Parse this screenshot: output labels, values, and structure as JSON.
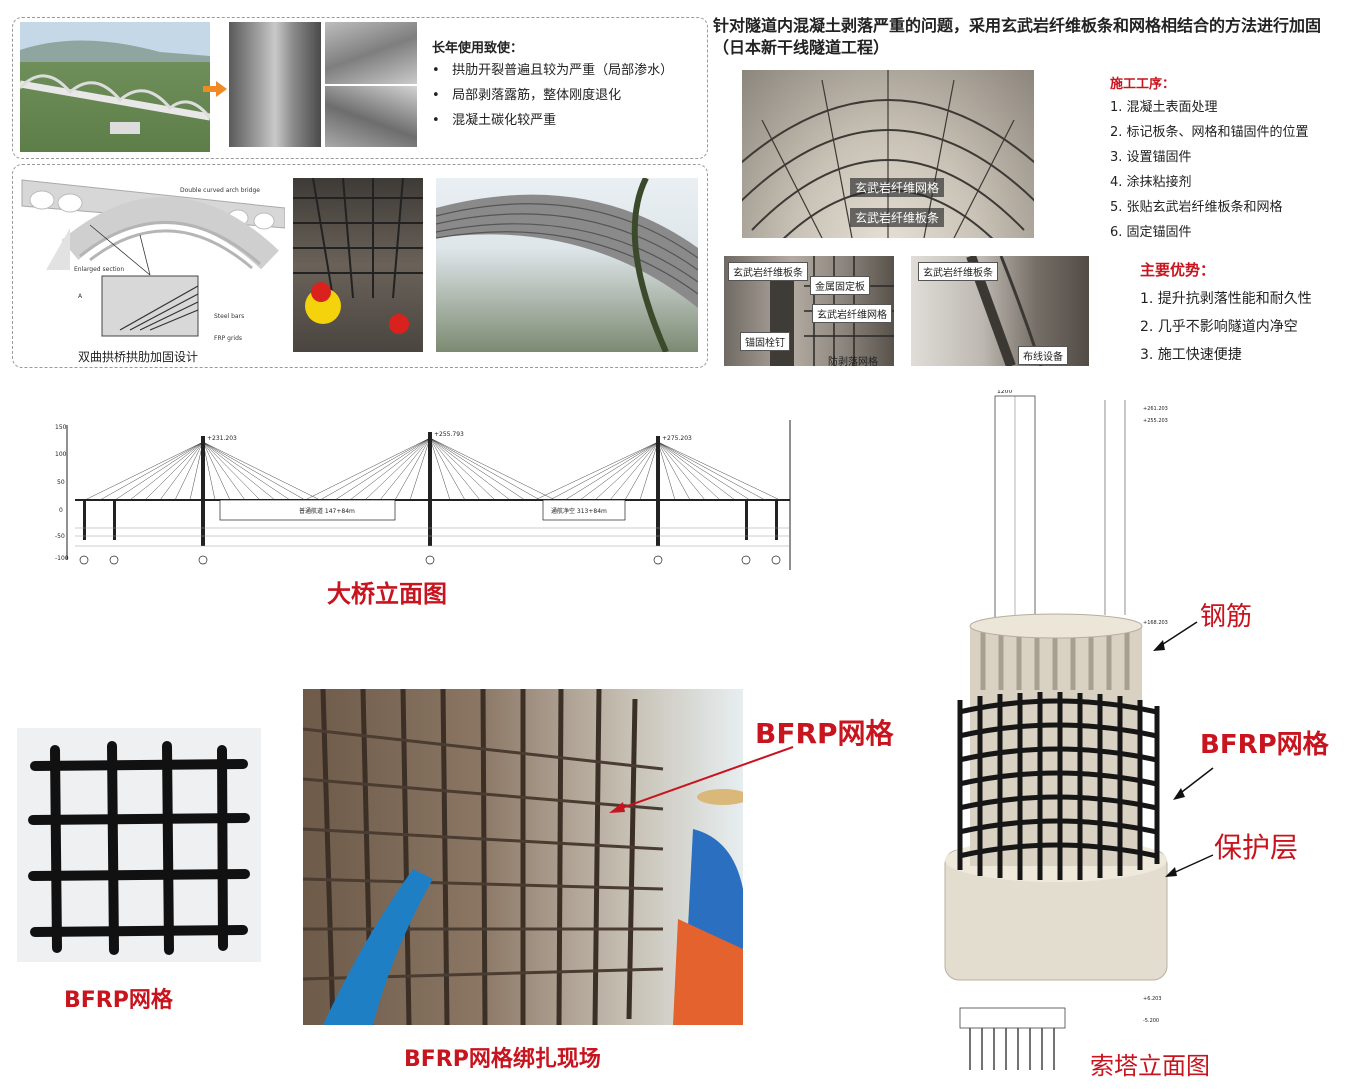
{
  "top_left": {
    "heading": "长年使用致使：",
    "bullets": [
      "拱肋开裂普遍且较为严重（局部渗水）",
      "局部剥落露筋，整体刚度退化",
      "混凝土碳化较严重"
    ],
    "diagram_title": "Double curved arch bridge",
    "diagram_enlarged": "Enlarged section",
    "diagram_steel": "Steel bars",
    "diagram_frp": "FRP grids",
    "diagram_marker": "A",
    "caption": "双曲拱桥拱肋加固设计"
  },
  "tunnel": {
    "title": "针对隧道内混凝土剥落严重的问题，采用玄武岩纤维板条和网格相结合的方法进行加固（日本新干线隧道工程）",
    "label_grid": "玄武岩纤维网格",
    "label_strip": "玄武岩纤维板条",
    "detail1": {
      "strip": "玄武岩纤维板条",
      "plate": "金属固定板",
      "grid": "玄武岩纤维网格",
      "anchor": "锚固栓钉",
      "net": "防剥落网格"
    },
    "detail2": {
      "strip": "玄武岩纤维板条",
      "wiring": "布线设备"
    }
  },
  "procedure": {
    "title": "施工工序：",
    "steps": [
      "1.  混凝土表面处理",
      "2.  标记板条、网格和锚固件的位置",
      "3.  设置锚固件",
      "4.  涂抹粘接剂",
      "5.  张贴玄武岩纤维板条和网格",
      "6.  固定锚固件"
    ]
  },
  "advantages": {
    "title": "主要优势：",
    "items": [
      "1.  提升抗剥落性能和耐久性",
      "2.  几乎不影响隧道内净空",
      "3.  施工快速便捷"
    ]
  },
  "bridge": {
    "caption": "大桥立面图",
    "elev_left": "+231.203",
    "elev_mid": "+255.793",
    "elev_right": "+275.203",
    "box_left": "普通航道 147+84m",
    "box_right": "通航净空 313+84m",
    "ticks": [
      "150",
      "100",
      "50",
      "0",
      "-50",
      "-100"
    ]
  },
  "bfrp": {
    "grid_caption": "BFRP网格",
    "site_caption": "BFRP网格绑扎现场",
    "site_label": "BFRP网格"
  },
  "tower": {
    "caption": "索塔立面图",
    "label_rebar": "钢筋",
    "label_grid": "BFRP网格",
    "label_cover": "保护层",
    "dim_top": "1200",
    "elev_1": "+261.203",
    "elev_2": "+255.203",
    "elev_3": "+168.203",
    "elev_4": "+6.203",
    "elev_5": "-5.200"
  },
  "colors": {
    "accent_red": "#c8141e",
    "orange_arrow": "#f08a24"
  }
}
